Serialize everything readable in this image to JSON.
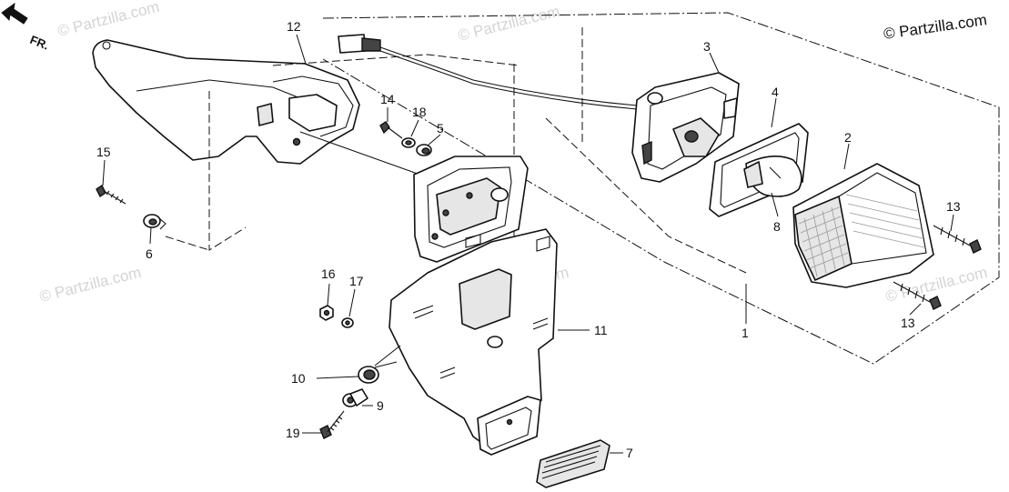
{
  "diagram": {
    "copyright": "© Partzilla.com",
    "watermark": "© Partzilla.com",
    "direction_label": "FR.",
    "direction_icon": "front-arrow-icon"
  },
  "callouts": [
    {
      "id": "c1",
      "label": "1"
    },
    {
      "id": "c2",
      "label": "2"
    },
    {
      "id": "c3",
      "label": "3"
    },
    {
      "id": "c4",
      "label": "4"
    },
    {
      "id": "c5",
      "label": "5"
    },
    {
      "id": "c6",
      "label": "6"
    },
    {
      "id": "c7",
      "label": "7"
    },
    {
      "id": "c8",
      "label": "8"
    },
    {
      "id": "c9",
      "label": "9"
    },
    {
      "id": "c10",
      "label": "10"
    },
    {
      "id": "c11",
      "label": "11"
    },
    {
      "id": "c12",
      "label": "12"
    },
    {
      "id": "c13a",
      "label": "13"
    },
    {
      "id": "c13b",
      "label": "13"
    },
    {
      "id": "c14",
      "label": "14"
    },
    {
      "id": "c15",
      "label": "15"
    },
    {
      "id": "c16",
      "label": "16"
    },
    {
      "id": "c17",
      "label": "17"
    },
    {
      "id": "c18",
      "label": "18"
    },
    {
      "id": "c19",
      "label": "19"
    }
  ]
}
